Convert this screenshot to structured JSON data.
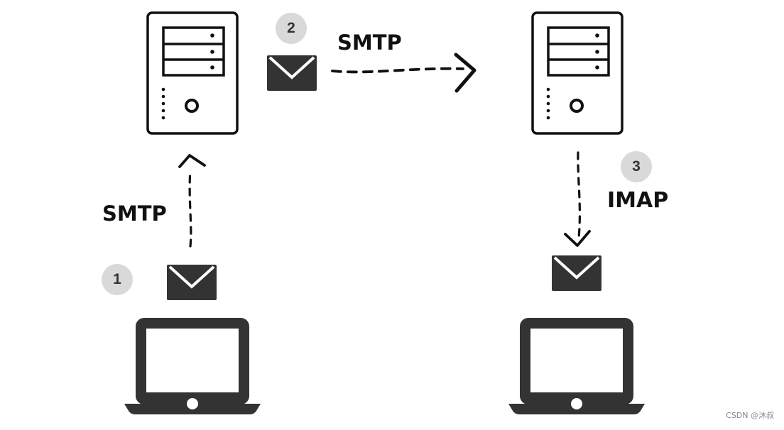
{
  "diagram": {
    "steps": [
      {
        "number": "1",
        "protocol": "SMTP"
      },
      {
        "number": "2",
        "protocol": "SMTP"
      },
      {
        "number": "3",
        "protocol": "IMAP"
      }
    ]
  },
  "watermark": "CSDN @沐叔",
  "colors": {
    "icon": "#333333",
    "outline": "#111111",
    "badge": "#d9d9d9",
    "arrow": "#111111"
  },
  "icons": {
    "server": "server-icon",
    "envelope": "envelope-icon",
    "laptop": "laptop-icon"
  }
}
